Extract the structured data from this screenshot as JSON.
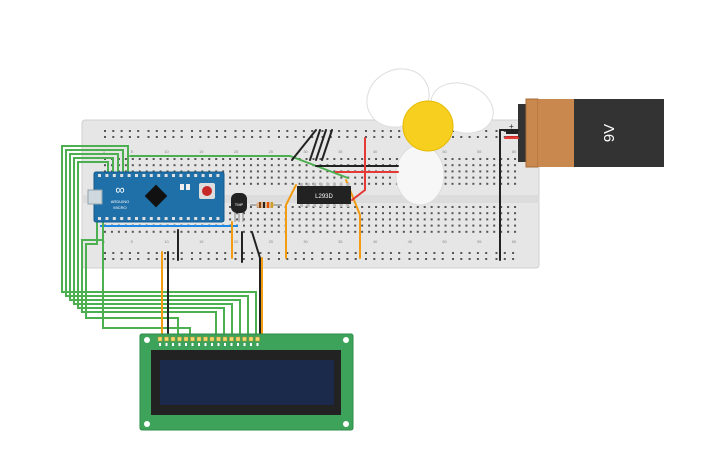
{
  "battery": {
    "label": "9V",
    "terminal_plus": "+",
    "terminal_minus": "−"
  },
  "ic": {
    "label": "L293D"
  },
  "sensor": {
    "label": "TMP"
  },
  "arduino": {
    "brand_text": "ARDUINO",
    "model_text": "MICRO",
    "logo_text": "∞"
  },
  "breadboard": {
    "column_numbers": [
      "1",
      "5",
      "10",
      "15",
      "20",
      "25",
      "30",
      "35",
      "40",
      "45",
      "50",
      "55",
      "60"
    ]
  },
  "lcd": {
    "pin_count": 16
  },
  "colors": {
    "wire_green": "#4caf50",
    "wire_orange": "#f39c12",
    "wire_black": "#222222",
    "wire_red": "#e53935",
    "breadboard": "#e6e6e6",
    "arduino": "#1f6fa8",
    "lcd_pcb": "#3ea35a",
    "lcd_screen": "#1b2a4a",
    "battery_body": "#333333",
    "battery_cap": "#c9894e",
    "fan_hub": "#f7cf1f"
  }
}
